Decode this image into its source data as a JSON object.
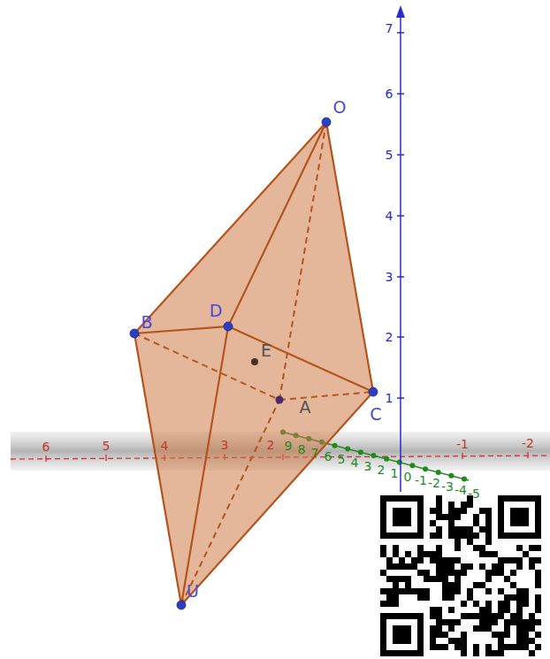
{
  "diagram": {
    "labels": [
      "O",
      "B",
      "D",
      "E",
      "A",
      "C",
      "U",
      "1",
      "2",
      "3",
      "4",
      "5",
      "6",
      "7",
      "6",
      "5",
      "4",
      "3",
      "2",
      "-1",
      "-2",
      "9",
      "8",
      "7",
      "6",
      "5",
      "4",
      "3",
      "2",
      "1",
      "0",
      "-1",
      "-2",
      "-3",
      "-4",
      "-5"
    ]
  }
}
